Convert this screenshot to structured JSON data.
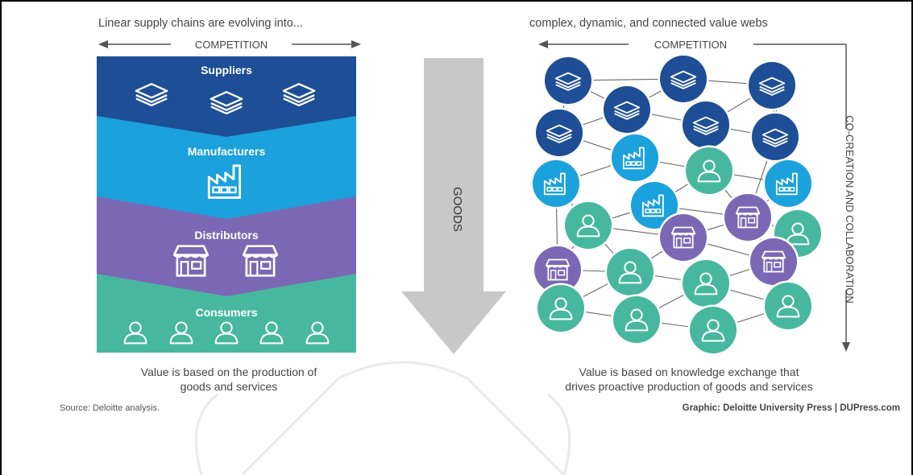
{
  "left_title": "Linear supply chains are evolving into...",
  "right_title": "complex, dynamic, and connected value webs",
  "competition_label_left": "COMPETITION",
  "competition_label_right": "COMPETITION",
  "stages": [
    {
      "label": "Suppliers",
      "color": "#1d4e96",
      "icon": "layers-icon"
    },
    {
      "label": "Manufacturers",
      "color": "#1ba1dc",
      "icon": "factory-icon"
    },
    {
      "label": "Distributors",
      "color": "#7b68b4",
      "icon": "store-icon"
    },
    {
      "label": "Consumers",
      "color": "#47b89f",
      "icon": "person-icon"
    }
  ],
  "goods_label": "GOODS",
  "side_label": "CO-CREATION AND COLLABORATION",
  "left_caption_line1": "Value is based on the production of",
  "left_caption_line2": "goods and services",
  "right_caption_line1": "Value is based on knowledge exchange that",
  "right_caption_line2": "drives proactive production of goods and services",
  "source_text": "Source: Deloitte analysis.",
  "credit_text": "Graphic: Deloitte University Press | DUPress.com",
  "colors": {
    "supplier": "#1d4e96",
    "manufacturer": "#1ba1dc",
    "distributor": "#7b68b4",
    "consumer": "#47b89f",
    "goods_arrow": "#c8c8c8",
    "line": "#555555"
  }
}
